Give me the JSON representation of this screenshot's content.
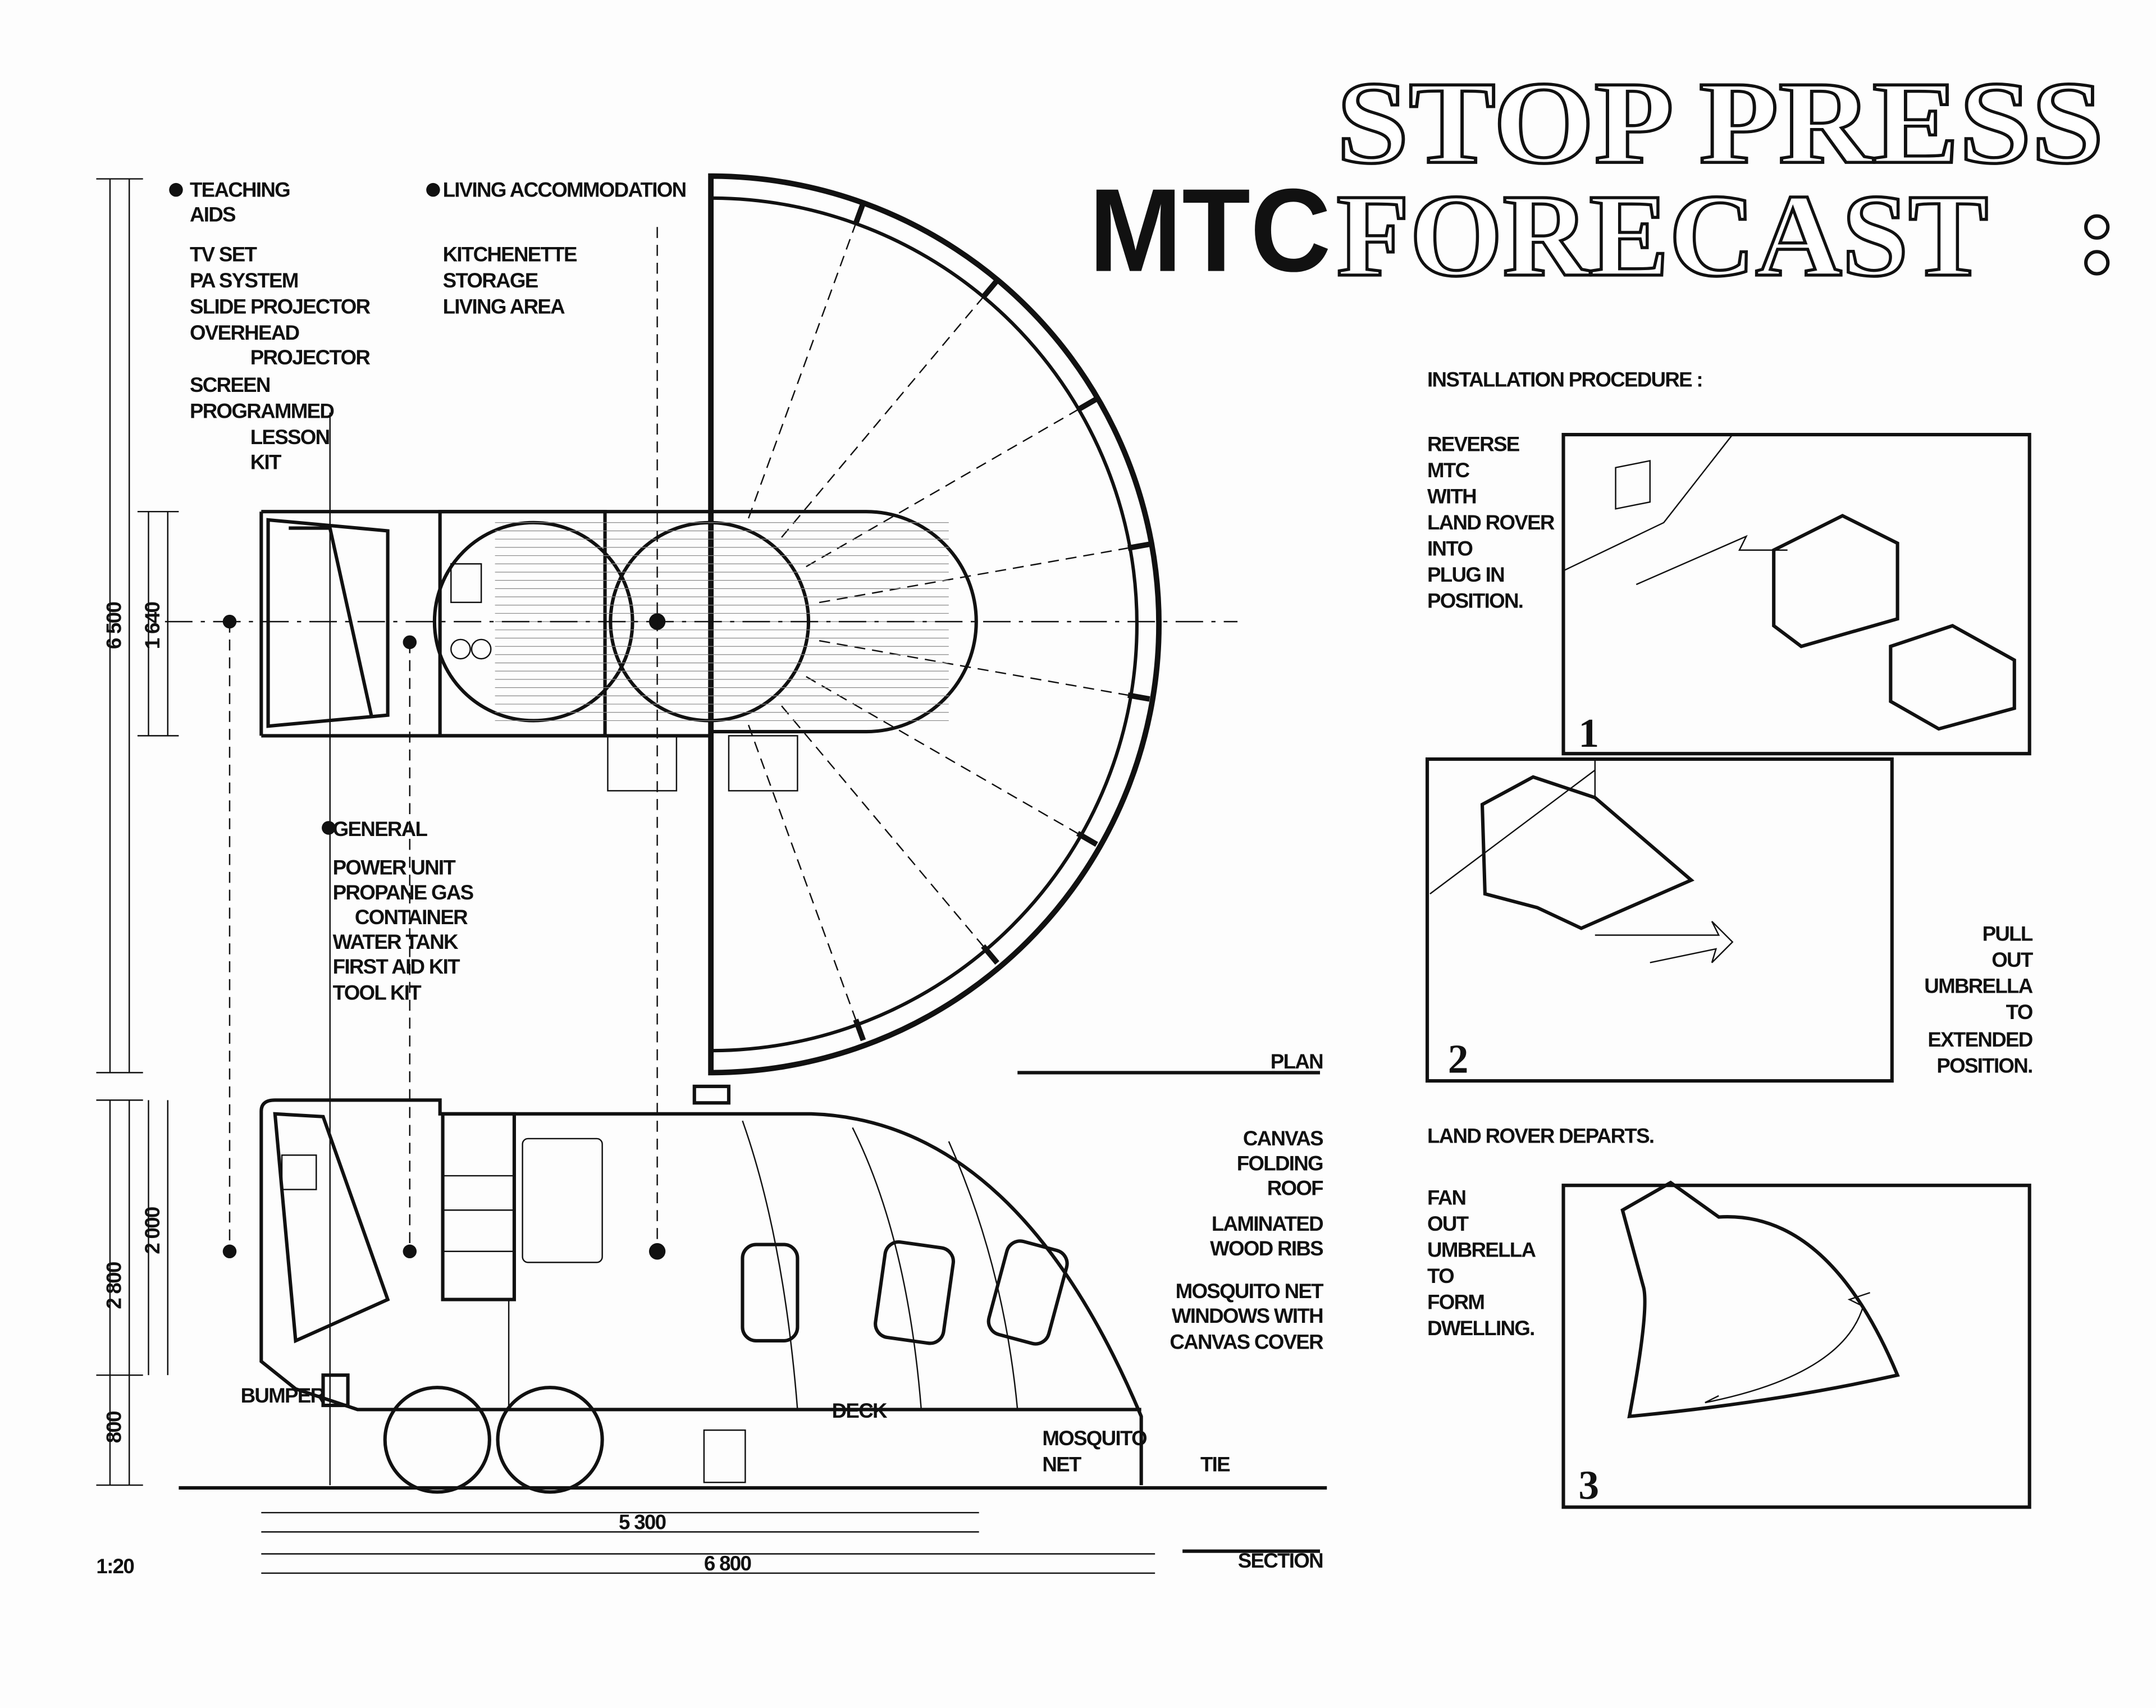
{
  "title": {
    "line1": "STOP PRESS",
    "line2": "FORECAST",
    "logo": "MTC",
    "colon": ":"
  },
  "plan": {
    "teaching_aids": {
      "heading": [
        "TEACHING",
        "AIDS"
      ],
      "items": [
        "TV SET",
        "PA SYSTEM",
        "SLIDE PROJECTOR",
        "OVERHEAD",
        "PROJECTOR",
        "SCREEN",
        "PROGRAMMED",
        "LESSON",
        "KIT"
      ]
    },
    "living": {
      "heading": "LIVING ACCOMMODATION",
      "items": [
        "KITCHENETTE",
        "STORAGE",
        "LIVING AREA"
      ]
    },
    "general": {
      "heading": "GENERAL",
      "items": [
        "POWER UNIT",
        "PROPANE GAS",
        "CONTAINER",
        "WATER TANK",
        "FIRST AID KIT",
        "TOOL KIT"
      ]
    },
    "label": "PLAN"
  },
  "dimensions": {
    "plan_length": "6 500",
    "plan_width": "1 640",
    "section_height": "2 800",
    "body_height": "2 000",
    "base_height": "800",
    "body_length": "5 300",
    "total_length": "6 800",
    "scale": "1:20"
  },
  "section": {
    "label": "SECTION",
    "notes": [
      "CANVAS",
      "FOLDING",
      "ROOF",
      "LAMINATED",
      "WOOD RIBS",
      "MOSQUITO NET",
      "WINDOWS WITH",
      "CANVAS COVER"
    ],
    "bumper": "BUMPER",
    "deck": "DECK",
    "mosquito_net": [
      "MOSQUITO",
      "NET"
    ],
    "tie": "TIE"
  },
  "installation": {
    "heading": "INSTALLATION PROCEDURE :",
    "step1": {
      "number": "1",
      "text": [
        "REVERSE",
        "MTC",
        "WITH",
        "LAND ROVER",
        "INTO",
        "PLUG IN",
        "POSITION."
      ]
    },
    "step2": {
      "number": "2",
      "text": [
        "PULL",
        "OUT",
        "UMBRELLA",
        "TO",
        "EXTENDED",
        "POSITION."
      ]
    },
    "departs": "LAND ROVER DEPARTS.",
    "step3": {
      "number": "3",
      "text": [
        "FAN",
        "OUT",
        "UMBRELLA",
        "TO",
        "FORM",
        "DWELLING."
      ]
    }
  }
}
